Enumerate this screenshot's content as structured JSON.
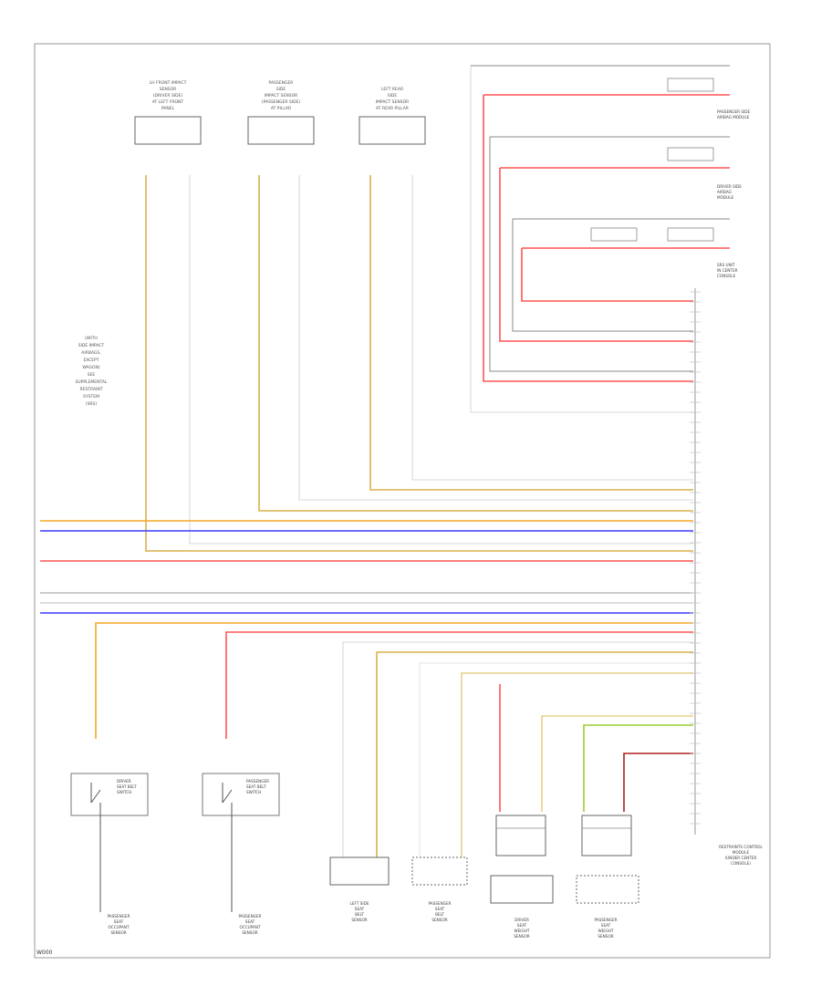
{
  "diagram": {
    "footer_label": "W000",
    "top_sensors": [
      {
        "lines": [
          "LH FRONT IMPACT",
          "SENSOR",
          "(DRIVER SIDE)",
          "AT LEFT FRONT",
          "PANEL"
        ]
      },
      {
        "lines": [
          "PASSENGER",
          "SIDE",
          "IMPACT SENSOR",
          "(PASSENGER SIDE)",
          "AT PILLAR"
        ]
      },
      {
        "lines": [
          "LEFT REAR",
          "SIDE",
          "IMPACT SENSOR",
          "AT REAR PILLAR"
        ]
      }
    ],
    "note": [
      "(WITH",
      "SIDE IMPACT",
      "AIRBAGS,",
      "EXCEPT",
      "WAGON)",
      "SEE",
      "SUPPLEMENTAL",
      "RESTRAINT",
      "SYSTEM",
      "(SRS)"
    ],
    "right_modules": [
      {
        "lines": [
          "PASSENGER SIDE",
          "AIRBAG MODULE"
        ]
      },
      {
        "lines": [
          "DRIVER SIDE",
          "AIRBAG",
          "MODULE"
        ]
      },
      {
        "lines": [
          "SRS UNIT",
          "IN CENTER",
          "CONSOLE"
        ]
      }
    ],
    "bottom_components": [
      {
        "lines": [
          "DRIVER",
          "SEAT BELT",
          "SWITCH"
        ]
      },
      {
        "lines": [
          "PASSENGER",
          "SEAT BELT",
          "SWITCH"
        ]
      },
      {
        "lines": [
          "LEFT SIDE",
          "SEAT",
          "BELT",
          "SENSOR"
        ]
      },
      {
        "lines": [
          "PASSENGER",
          "SEAT",
          "BELT",
          "SENSOR"
        ]
      },
      {
        "lines": [
          "DRIVER",
          "SEAT",
          "WEIGHT",
          "SENSOR"
        ]
      },
      {
        "lines": [
          "PASSENGER",
          "SEAT",
          "WEIGHT",
          "SENSOR"
        ]
      }
    ],
    "bottom_left_labels": [
      {
        "lines": [
          "PASSENGER",
          "SEAT",
          "OCCUPANT",
          "SENSOR"
        ]
      },
      {
        "lines": [
          "PASSENGER",
          "SEAT",
          "OCCUPANT",
          "SENSOR"
        ]
      }
    ],
    "control_unit": {
      "lines": [
        "RESTRAINTS CONTROL",
        "MODULE",
        "(UNDER CENTER",
        "CONSOLE)"
      ]
    },
    "wire_colors": {
      "orange": "#f5a623",
      "blue": "#3b3bff",
      "red": "#ff5555",
      "yellow_brown": "#d8b04a",
      "gray": "#aaaaaa",
      "green": "#9acd32",
      "dark_red": "#b02020"
    }
  }
}
